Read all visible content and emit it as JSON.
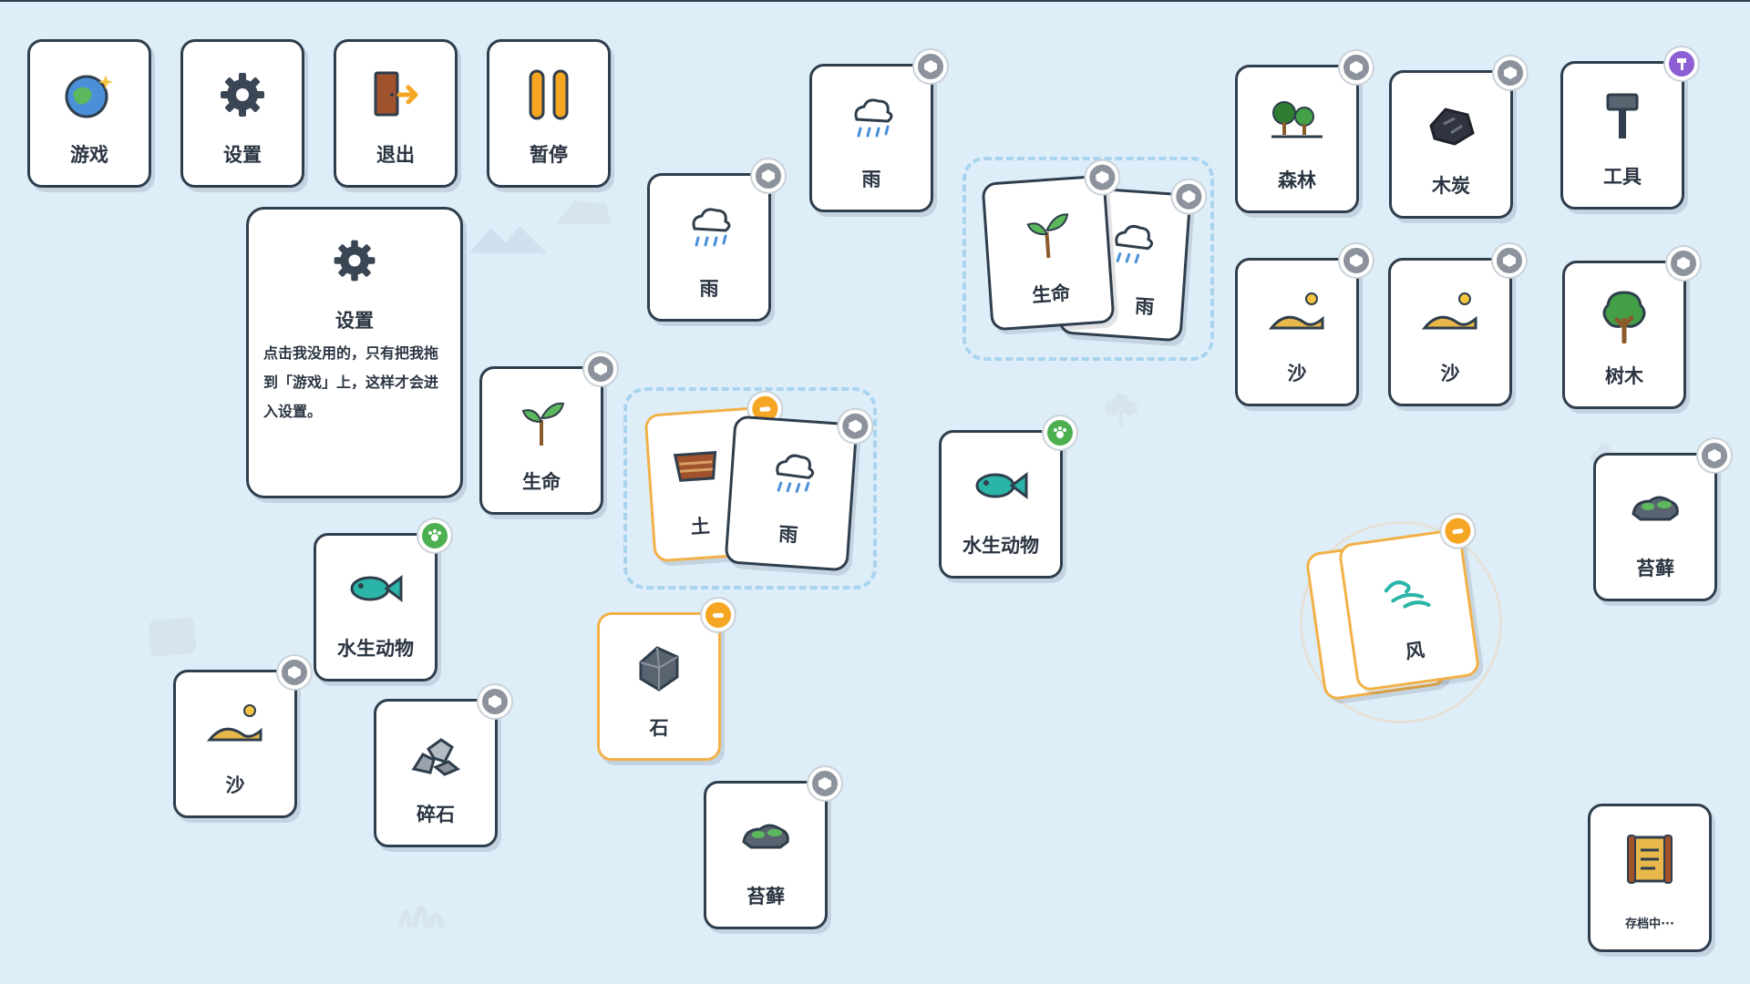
{
  "menu": {
    "game": "游戏",
    "settings": "设置",
    "exit": "退出",
    "pause": "暂停"
  },
  "tooltip": {
    "title": "设置",
    "body": "点击我没用的，只有把我拖到「游戏」上，这样才会进入设置。"
  },
  "cards": {
    "rain_a": "雨",
    "rain_b": "雨",
    "rain_stack": "雨",
    "life_stack": "生命",
    "life": "生命",
    "earth": "土",
    "rain_c": "雨",
    "aquatic_a": "水生动物",
    "aquatic_b": "水生动物",
    "stone": "石",
    "sand_a": "沙",
    "gravel": "碎石",
    "moss_a": "苔藓",
    "forest": "森林",
    "charcoal": "木炭",
    "tool": "工具",
    "sand_b": "沙",
    "sand_c": "沙",
    "tree": "树木",
    "moss_b": "苔藓",
    "wind": "风"
  },
  "save": {
    "label": "存档中···"
  },
  "colors": {
    "background": "#deeef9",
    "card_border": "#2f3e4c",
    "orange_border": "#f2b148",
    "badge_gray": "#8c939c",
    "badge_green": "#4caf50",
    "badge_orange": "#f5a623",
    "badge_purple": "#8e5fd4",
    "dashed_outline": "#a8d4ee"
  }
}
